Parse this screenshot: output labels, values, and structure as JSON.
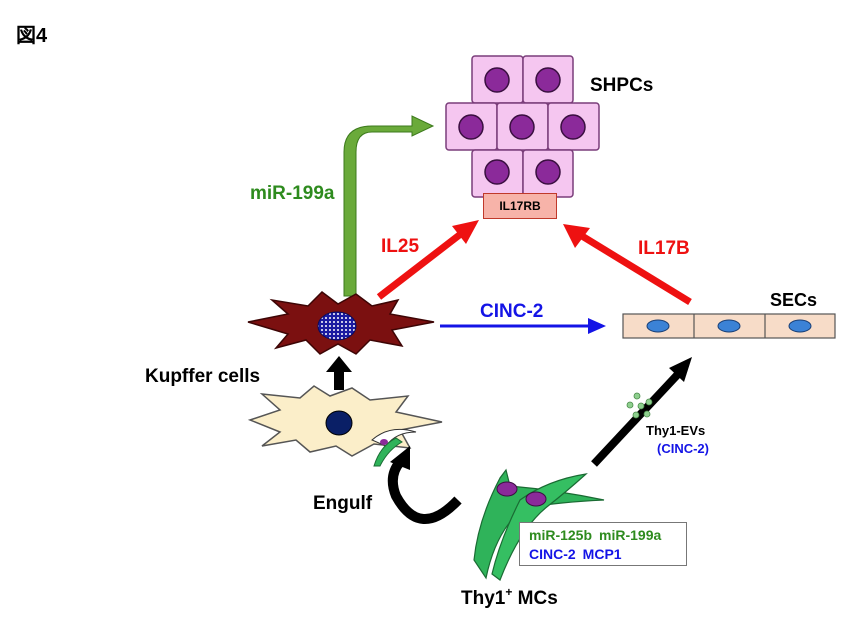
{
  "figure": {
    "title": "図4"
  },
  "labels": {
    "shpcs": "SHPCs",
    "secs": "SECs",
    "kupffer": "Kupffer cells",
    "engulf": "Engulf",
    "thy1mcs_prefix": "Thy1",
    "thy1mcs_sup": "+",
    "thy1mcs_suffix": " MCs",
    "il17rb": "IL17RB",
    "thy1_evs": "Thy1-EVs",
    "thy1_evs_cargo": "(CINC-2)"
  },
  "arrows": {
    "mir199a": "miR-199a",
    "il25": "IL25",
    "il17b": "IL17B",
    "cinc2": "CINC-2"
  },
  "mc_box": {
    "line1": [
      "miR-125b",
      "miR-199a"
    ],
    "line2": [
      "CINC-2",
      "MCP1"
    ]
  },
  "colors": {
    "green_arrow": "#6aaa3a",
    "red_arrow": "#ee1111",
    "blue_arrow": "#1414e6",
    "hepatocyte_fill": "#f5c6f0",
    "hepatocyte_nucleus": "#8b2a9a",
    "kupffer_fill": "#7b1010",
    "sec_fill": "#f7dcc8",
    "sec_nucleus": "#3b82d6",
    "mc_fill": "#2fb35a",
    "monocyte_fill": "#fbeec9"
  }
}
